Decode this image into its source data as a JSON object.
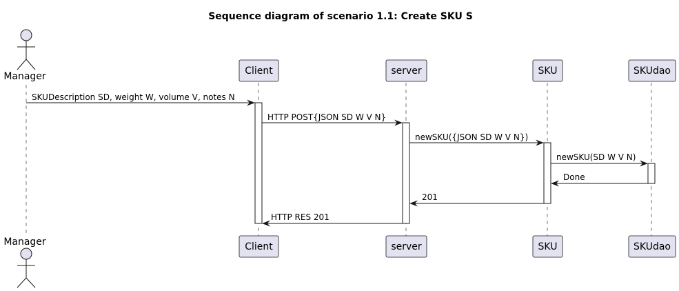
{
  "title": "Sequence diagram of scenario 1.1: Create SKU S",
  "participants": {
    "manager": "Manager",
    "client": "Client",
    "server": "server",
    "sku": "SKU",
    "skudao": "SKUdao"
  },
  "messages": [
    {
      "from": "manager",
      "to": "client",
      "label": "SKUDescription SD, weight W, volume V, notes N"
    },
    {
      "from": "client",
      "to": "server",
      "label": "HTTP POST{JSON SD W V N}"
    },
    {
      "from": "server",
      "to": "sku",
      "label": "newSKU({JSON SD W V N})"
    },
    {
      "from": "sku",
      "to": "skudao",
      "label": "newSKU(SD W V N)"
    },
    {
      "from": "skudao",
      "to": "sku",
      "label": "Done"
    },
    {
      "from": "sku",
      "to": "server",
      "label": "201"
    },
    {
      "from": "server",
      "to": "client",
      "label": "HTTP RES 201"
    }
  ]
}
